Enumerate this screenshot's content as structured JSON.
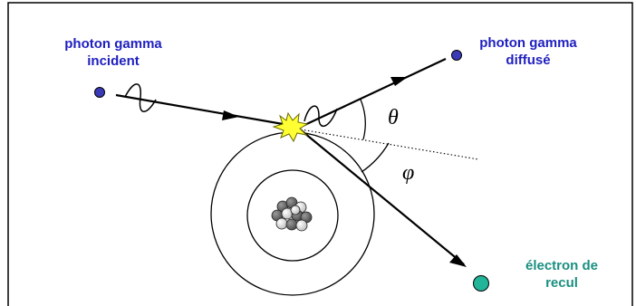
{
  "labels": {
    "incident_line1": "photon gamma",
    "incident_line2": "incident",
    "scattered_line1": "photon gamma",
    "scattered_line2": "diffusé",
    "electron_line1": "électron de",
    "electron_line2": "recul",
    "theta": "θ",
    "phi": "φ"
  },
  "colors": {
    "photon_label": "#1f1fbf",
    "photon_dot": "#3a3ab8",
    "electron_label": "#1a8f80",
    "electron_dot": "#22b59a",
    "collision_star": "#ffff33",
    "frame": "#000000"
  },
  "icons": {
    "collision": "collision-star-icon",
    "nucleus": "nucleus-icon"
  }
}
